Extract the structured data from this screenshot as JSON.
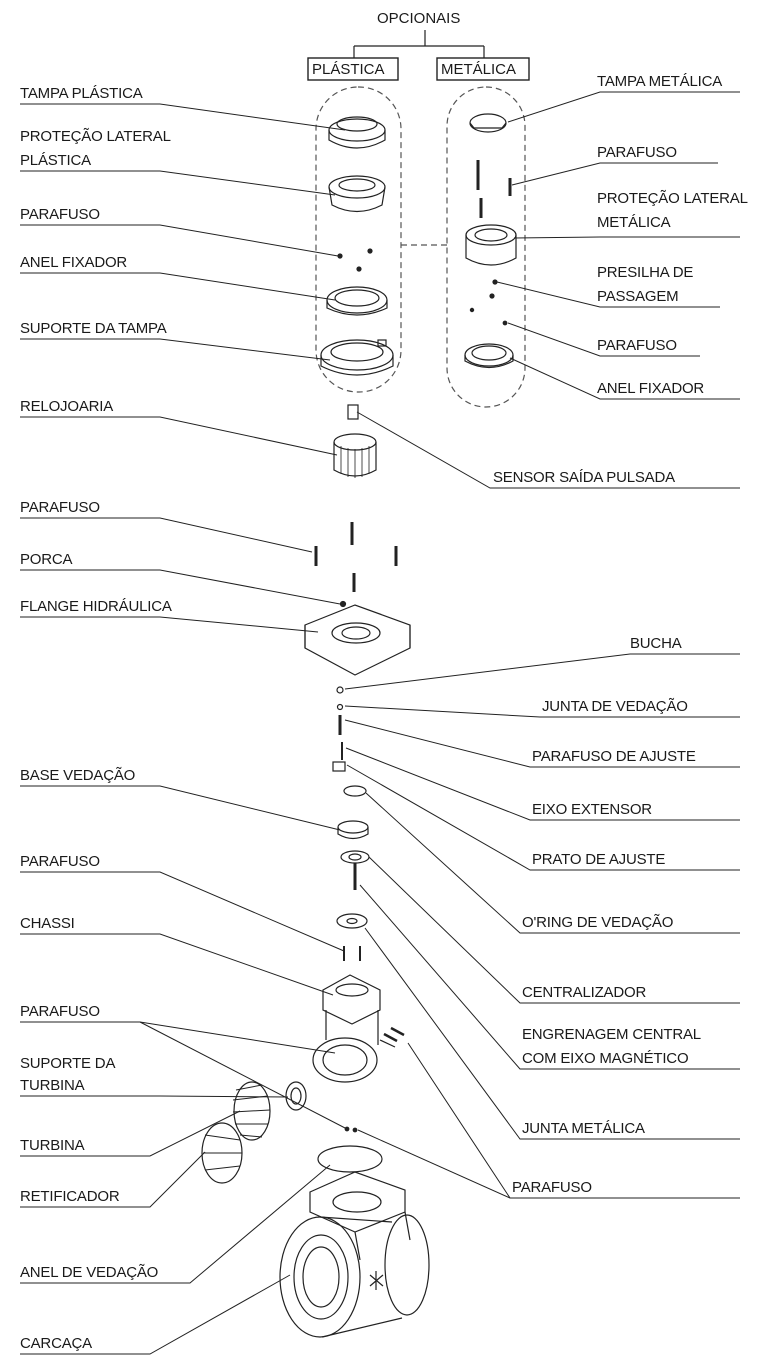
{
  "diagram": {
    "header": "OPCIONAIS",
    "option_plastic": "PLÁSTICA",
    "option_metal": "METÁLICA",
    "labels_left": {
      "tampa_plastica": "TAMPA PLÁSTICA",
      "protecao_lateral_plastica_1": "PROTEÇÃO LATERAL",
      "protecao_lateral_plastica_2": "PLÁSTICA",
      "parafuso_1": "PARAFUSO",
      "anel_fixador_1": "ANEL FIXADOR",
      "suporte_tampa": "SUPORTE DA TAMPA",
      "relojoaria": "RELOJOARIA",
      "parafuso_2": "PARAFUSO",
      "porca": "PORCA",
      "flange_hidraulica": "FLANGE HIDRÁULICA",
      "base_vedacao": "BASE VEDAÇÃO",
      "parafuso_3": "PARAFUSO",
      "chassi": "CHASSI",
      "parafuso_4": "PARAFUSO",
      "suporte_turbina_1": "SUPORTE DA",
      "suporte_turbina_2": "TURBINA",
      "turbina": "TURBINA",
      "retificador": "RETIFICADOR",
      "anel_vedacao": "ANEL DE VEDAÇÃO",
      "carcaca": "CARCAÇA"
    },
    "labels_right": {
      "tampa_metalica": "TAMPA METÁLICA",
      "parafuso_m1": "PARAFUSO",
      "protecao_lateral_metalica_1": "PROTEÇÃO LATERAL",
      "protecao_lateral_metalica_2": "METÁLICA",
      "presilha_1": "PRESILHA DE",
      "presilha_2": "PASSAGEM",
      "parafuso_m2": "PARAFUSO",
      "anel_fixador_m": "ANEL FIXADOR",
      "sensor": "SENSOR SAÍDA PULSADA",
      "bucha": "BUCHA",
      "junta_vedacao": "JUNTA DE VEDAÇÃO",
      "parafuso_ajuste": "PARAFUSO DE AJUSTE",
      "eixo_extensor": "EIXO EXTENSOR",
      "prato_ajuste": "PRATO DE AJUSTE",
      "oring": "O'RING DE VEDAÇÃO",
      "centralizador": "CENTRALIZADOR",
      "engrenagem_1": "ENGRENAGEM CENTRAL",
      "engrenagem_2": "COM EIXO MAGNÉTICO",
      "junta_metalica": "JUNTA METÁLICA",
      "parafuso_r": "PARAFUSO"
    }
  }
}
